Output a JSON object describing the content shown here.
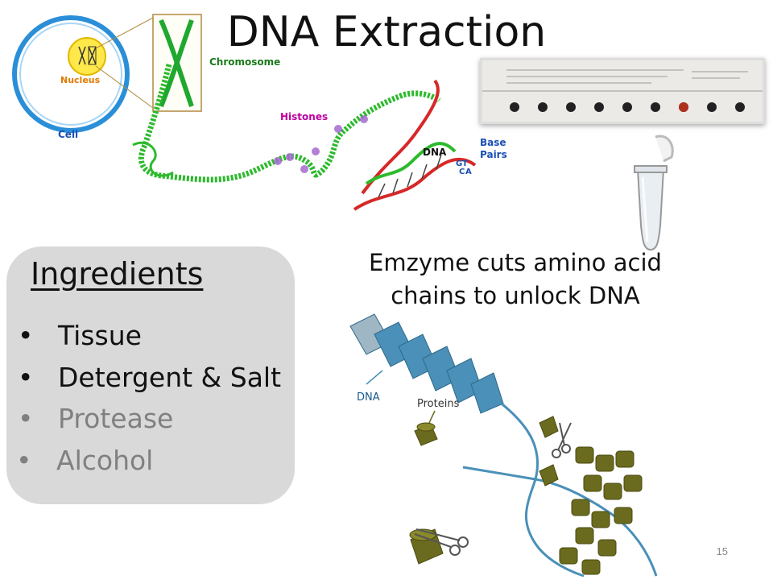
{
  "slide": {
    "title": "DNA Extraction",
    "page_number": "15"
  },
  "diagram_top": {
    "cell_label": "Cell",
    "nucleus_label": "Nucleus",
    "chromosome_label": "Chromosome",
    "histones_label": "Histones",
    "dna_label": "DNA",
    "base_pairs_label_line1": "Base",
    "base_pairs_label_line2": "Pairs",
    "base_letters": [
      "G",
      "T",
      "C",
      "A"
    ]
  },
  "ingredients": {
    "title": "Ingredients",
    "items": [
      "Tissue",
      "Detergent & Salt",
      "Protease",
      "Alcohol"
    ]
  },
  "caption": {
    "line1": "Emzyme cuts amino acid",
    "line2": "chains to unlock DNA"
  },
  "diagram_bottom": {
    "dna_label": "DNA",
    "proteins_label": "Proteins"
  },
  "colors": {
    "cell_ring": "#2b8fd8",
    "nucleus": "#ffe84a",
    "nucleus_text": "#e07a00",
    "cell_text": "#1a4fb5",
    "histone_text": "#c000a0",
    "chromatin_green": "#2dba2d",
    "dna_red": "#d62828",
    "dna_blue": "#4a90b8",
    "protein_olive": "#6b6b1f",
    "ingredients_bg": "#d9d9d9",
    "inactive_text": "#808080"
  }
}
